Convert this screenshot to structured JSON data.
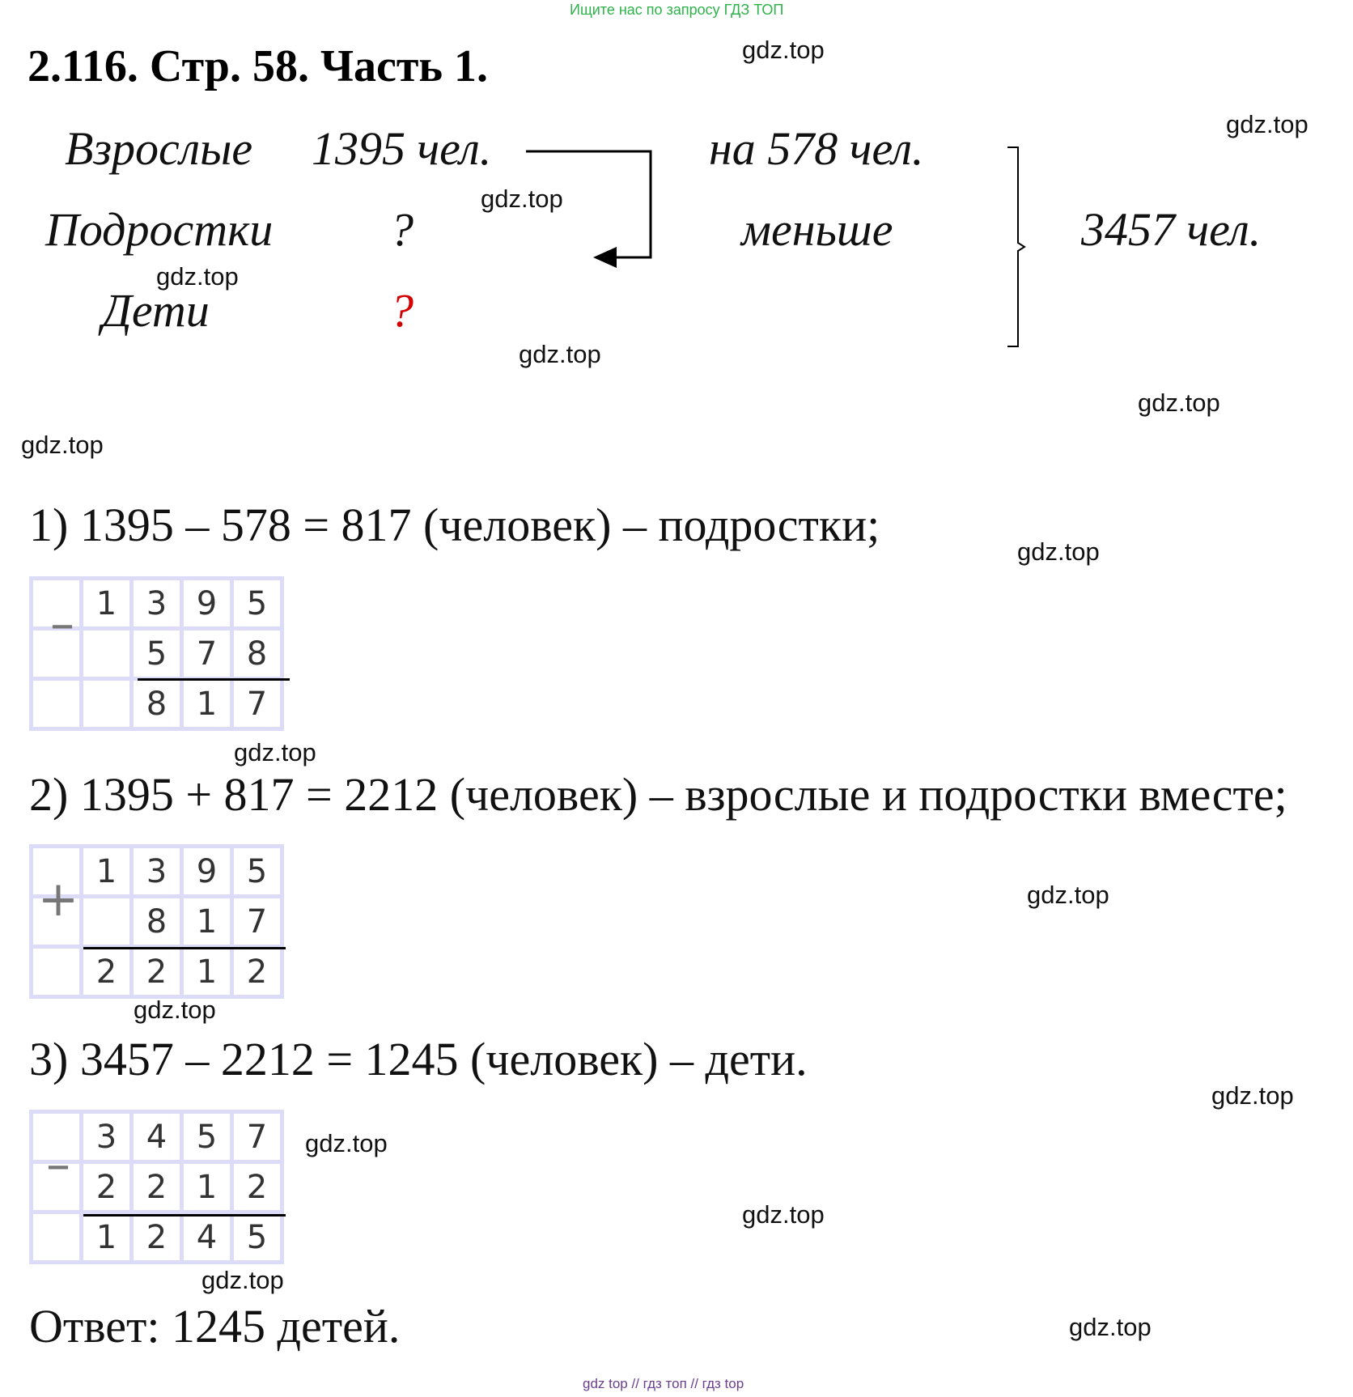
{
  "promo": "Ищите нас по запросу ГДЗ ТОП",
  "title": "2.116. Стр. 58. Часть 1.",
  "condition": {
    "adults_label": "Взрослые",
    "adults_value": "1395 чел.",
    "teens_label": "Подростки",
    "teens_value": "?",
    "kids_label": "Дети",
    "kids_value": "?",
    "diff_line1": "на 578 чел.",
    "diff_line2": "меньше",
    "total": "3457 чел."
  },
  "steps": [
    {
      "text": "1) 1395 – 578 = 817 (человек) – подростки;",
      "sign": "–",
      "rows": [
        [
          "",
          "1",
          "3",
          "9",
          "5"
        ],
        [
          "",
          "",
          "5",
          "7",
          "8"
        ],
        [
          "",
          "",
          "8",
          "1",
          "7"
        ]
      ]
    },
    {
      "text": "2) 1395 + 817 = 2212 (человек) – взрослые и подростки вместе;",
      "sign": "+",
      "rows": [
        [
          "",
          "1",
          "3",
          "9",
          "5"
        ],
        [
          "",
          "",
          "8",
          "1",
          "7"
        ],
        [
          "",
          "2",
          "2",
          "1",
          "2"
        ]
      ]
    },
    {
      "text": "3) 3457 – 2212 = 1245 (человек) – дети.",
      "sign": "–",
      "rows": [
        [
          "",
          "3",
          "4",
          "5",
          "7"
        ],
        [
          "",
          "2",
          "2",
          "1",
          "2"
        ],
        [
          "",
          "1",
          "2",
          "4",
          "5"
        ]
      ]
    }
  ],
  "answer": "Ответ: 1245 детей.",
  "watermark": "gdz.top",
  "footer": "gdz top // гдз топ // гдз top"
}
